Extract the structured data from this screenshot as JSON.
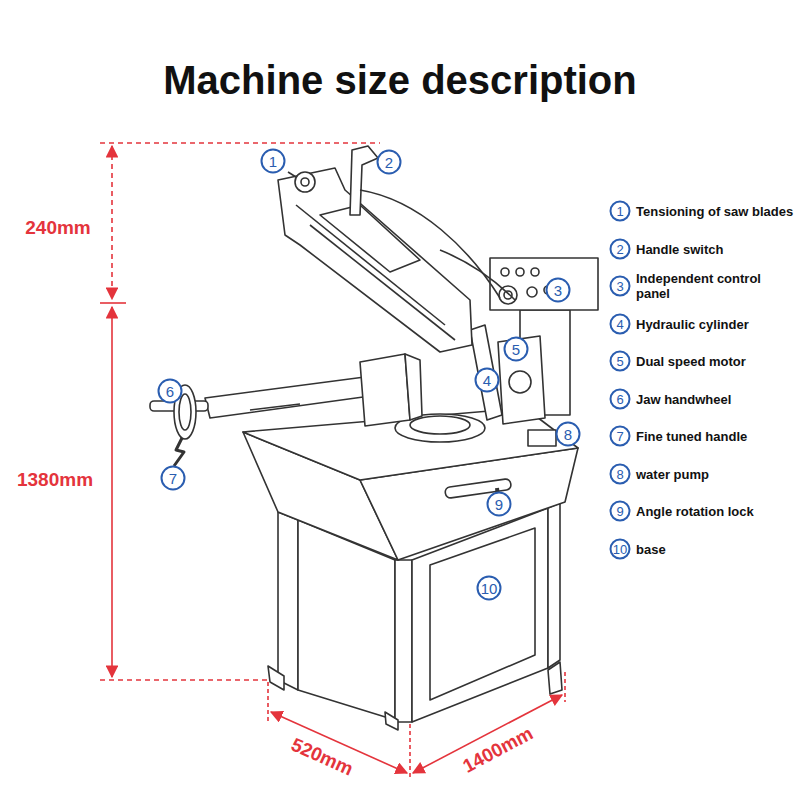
{
  "diagram": {
    "title": "Machine size description",
    "labels": [
      "240mm",
      "1380mm",
      "520mm",
      "1400mm",
      "1",
      "2",
      "3",
      "4",
      "5",
      "6",
      "7",
      "8",
      "9",
      "10",
      "1",
      "Tensioning of saw blades",
      "2",
      "Handle switch",
      "3",
      "Independent control panel",
      "4",
      "Hydraulic cylinder",
      "5",
      "Dual speed motor",
      "6",
      "Jaw handwheel",
      "7",
      "Fine tuned handle",
      "8",
      "water pump",
      "9",
      "Angle rotation lock",
      "10",
      "base"
    ]
  }
}
